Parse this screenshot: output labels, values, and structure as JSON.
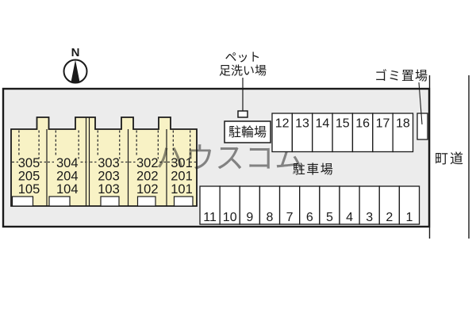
{
  "compass": {
    "label": "N"
  },
  "labels": {
    "pet_wash_line1": "ペット",
    "pet_wash_line2": "足洗い場",
    "bicycle_parking": "駐輪場",
    "garbage_area": "ゴミ置場",
    "parking_lot": "駐車場",
    "town_road": "町道"
  },
  "building": {
    "units": [
      {
        "rooms": [
          "305",
          "205",
          "105"
        ]
      },
      {
        "rooms": [
          "304",
          "204",
          "104"
        ]
      },
      {
        "rooms": [
          "303",
          "203",
          "103"
        ]
      },
      {
        "rooms": [
          "302",
          "202",
          "102"
        ]
      },
      {
        "rooms": [
          "301",
          "201",
          "101"
        ]
      }
    ]
  },
  "parking": {
    "top_row": [
      "12",
      "13",
      "14",
      "15",
      "16",
      "17",
      "18"
    ],
    "bottom_row": [
      "11",
      "10",
      "9",
      "8",
      "7",
      "6",
      "5",
      "4",
      "3",
      "2",
      "1"
    ]
  },
  "watermark": {
    "text": "ハウスコム"
  },
  "colors": {
    "site_fill": "#ececec",
    "building_fill": "#f8f2c5",
    "line": "#1a1a1a",
    "watermark": "#cccccc"
  }
}
